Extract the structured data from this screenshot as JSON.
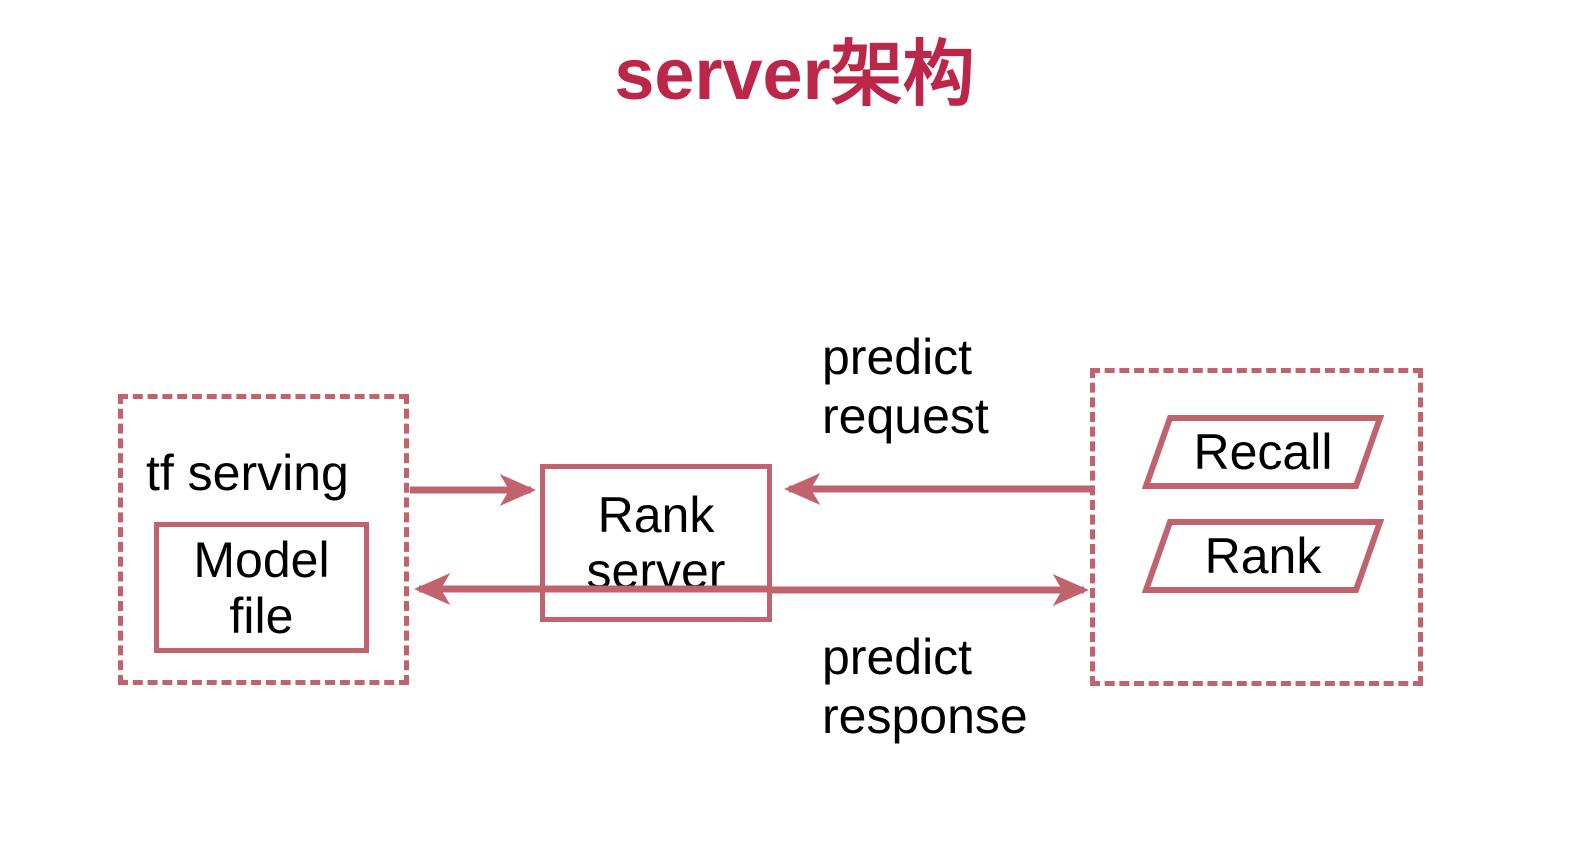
{
  "slide": {
    "title": "server架构",
    "title_color": "#bc2649",
    "background": "#ffffff",
    "accent_color": "#c1636e",
    "text_color": "#000000"
  },
  "nodes": {
    "tf_serving": {
      "label": "tf serving",
      "style": "dashed-container",
      "inner": {
        "label_line1": "Model",
        "label_line2": "file",
        "style": "solid-rectangle"
      }
    },
    "rank_server": {
      "label_line1": "Rank",
      "label_line2": "server",
      "style": "solid-rectangle"
    },
    "backend": {
      "style": "dashed-container",
      "items": [
        {
          "label": "Recall",
          "style": "parallelogram"
        },
        {
          "label": "Rank",
          "style": "parallelogram"
        }
      ]
    }
  },
  "edges": [
    {
      "name": "tf-serving-to-rank-server",
      "from": "tf serving",
      "to": "Rank server",
      "direction": "right",
      "label": ""
    },
    {
      "name": "rank-server-to-tf-serving",
      "from": "Rank server",
      "to": "tf serving",
      "direction": "left",
      "label": ""
    },
    {
      "name": "backend-to-rank-server",
      "from": "backend",
      "to": "Rank server",
      "direction": "left",
      "label": "predict\nrequest"
    },
    {
      "name": "rank-server-to-backend",
      "from": "Rank server",
      "to": "backend",
      "direction": "right",
      "label": "predict\nresponse"
    }
  ],
  "labels": {
    "predict_request": "predict\nrequest",
    "predict_response": "predict\nresponse"
  }
}
